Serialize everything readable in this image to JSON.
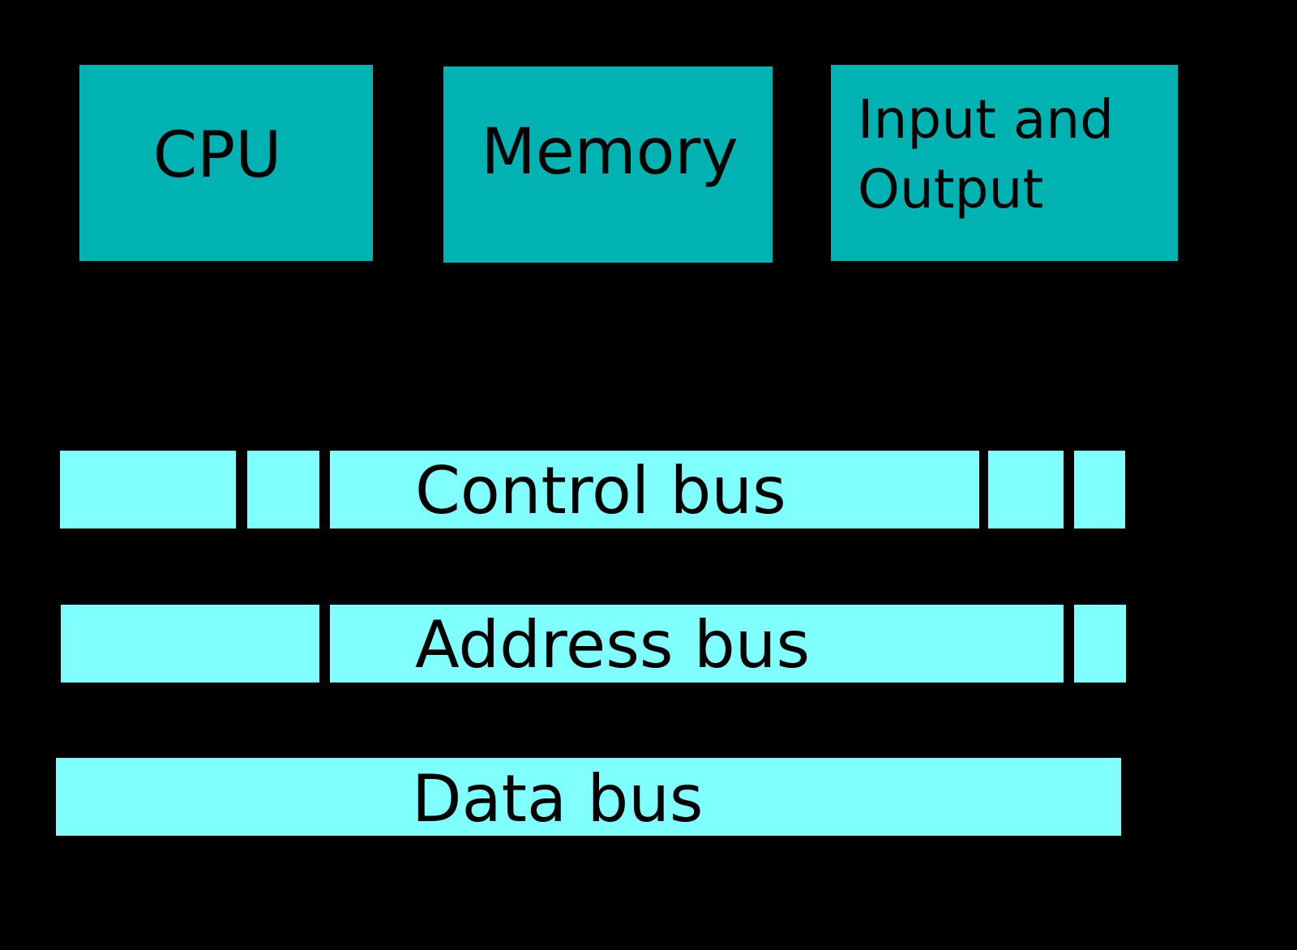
{
  "colors": {
    "background": "#000000",
    "component_fill": "#00b3b3",
    "bus_fill": "#80ffff",
    "text": "#000000"
  },
  "components": [
    {
      "id": "cpu",
      "label": "CPU"
    },
    {
      "id": "memory",
      "label": "Memory"
    },
    {
      "id": "io",
      "label": "Input and Output",
      "lines": [
        "Input and",
        "Output"
      ]
    }
  ],
  "buses": [
    {
      "id": "control",
      "label": "Control bus",
      "segments": 5
    },
    {
      "id": "address",
      "label": "Address bus",
      "segments": 3
    },
    {
      "id": "data",
      "label": "Data bus",
      "segments": 1
    }
  ]
}
